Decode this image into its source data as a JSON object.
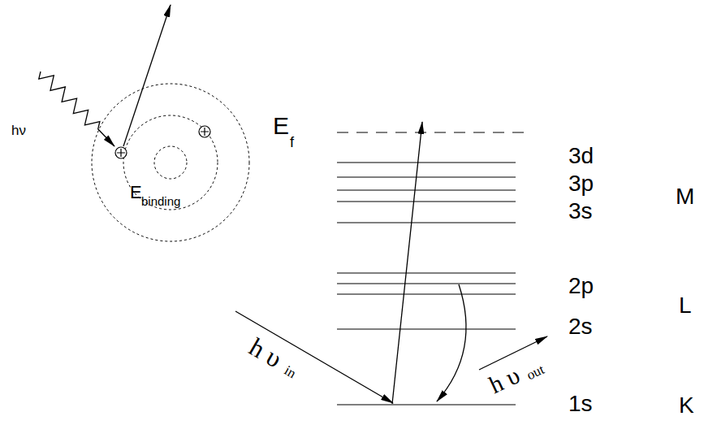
{
  "diagram": {
    "labels": [
      "hν",
      "E",
      "binding",
      "E",
      "f",
      "3d",
      "3p",
      "3s",
      "2p",
      "2s",
      "1s",
      "M",
      "L",
      "K",
      "h υ",
      "in",
      "h υ",
      "out"
    ]
  }
}
